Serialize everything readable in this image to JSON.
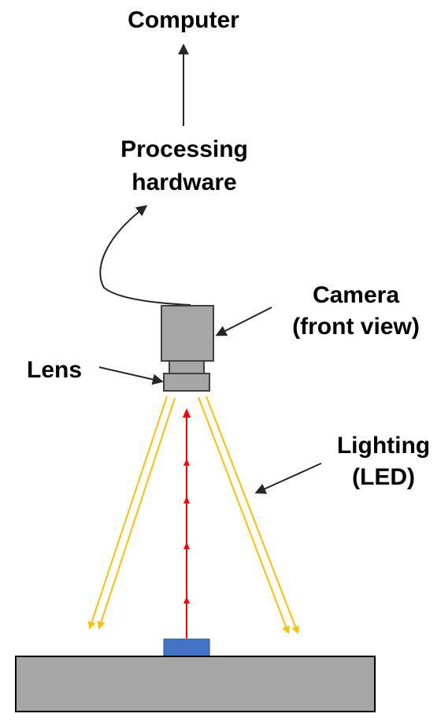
{
  "labels": {
    "computer": "Computer",
    "processing_line1": "Processing",
    "processing_line2": "hardware",
    "camera_line1": "Camera",
    "camera_line2": "(front view)",
    "lens": "Lens",
    "lighting_line1": "Lighting",
    "lighting_line2": "(LED)"
  },
  "colors": {
    "camera_body": "#a6a6a6",
    "outline": "#404040",
    "light_beam": "#ffc000",
    "reflected_ray": "#ff0000",
    "object": "#4472c4",
    "table": "#a6a6a6",
    "arrow": "#262626"
  }
}
